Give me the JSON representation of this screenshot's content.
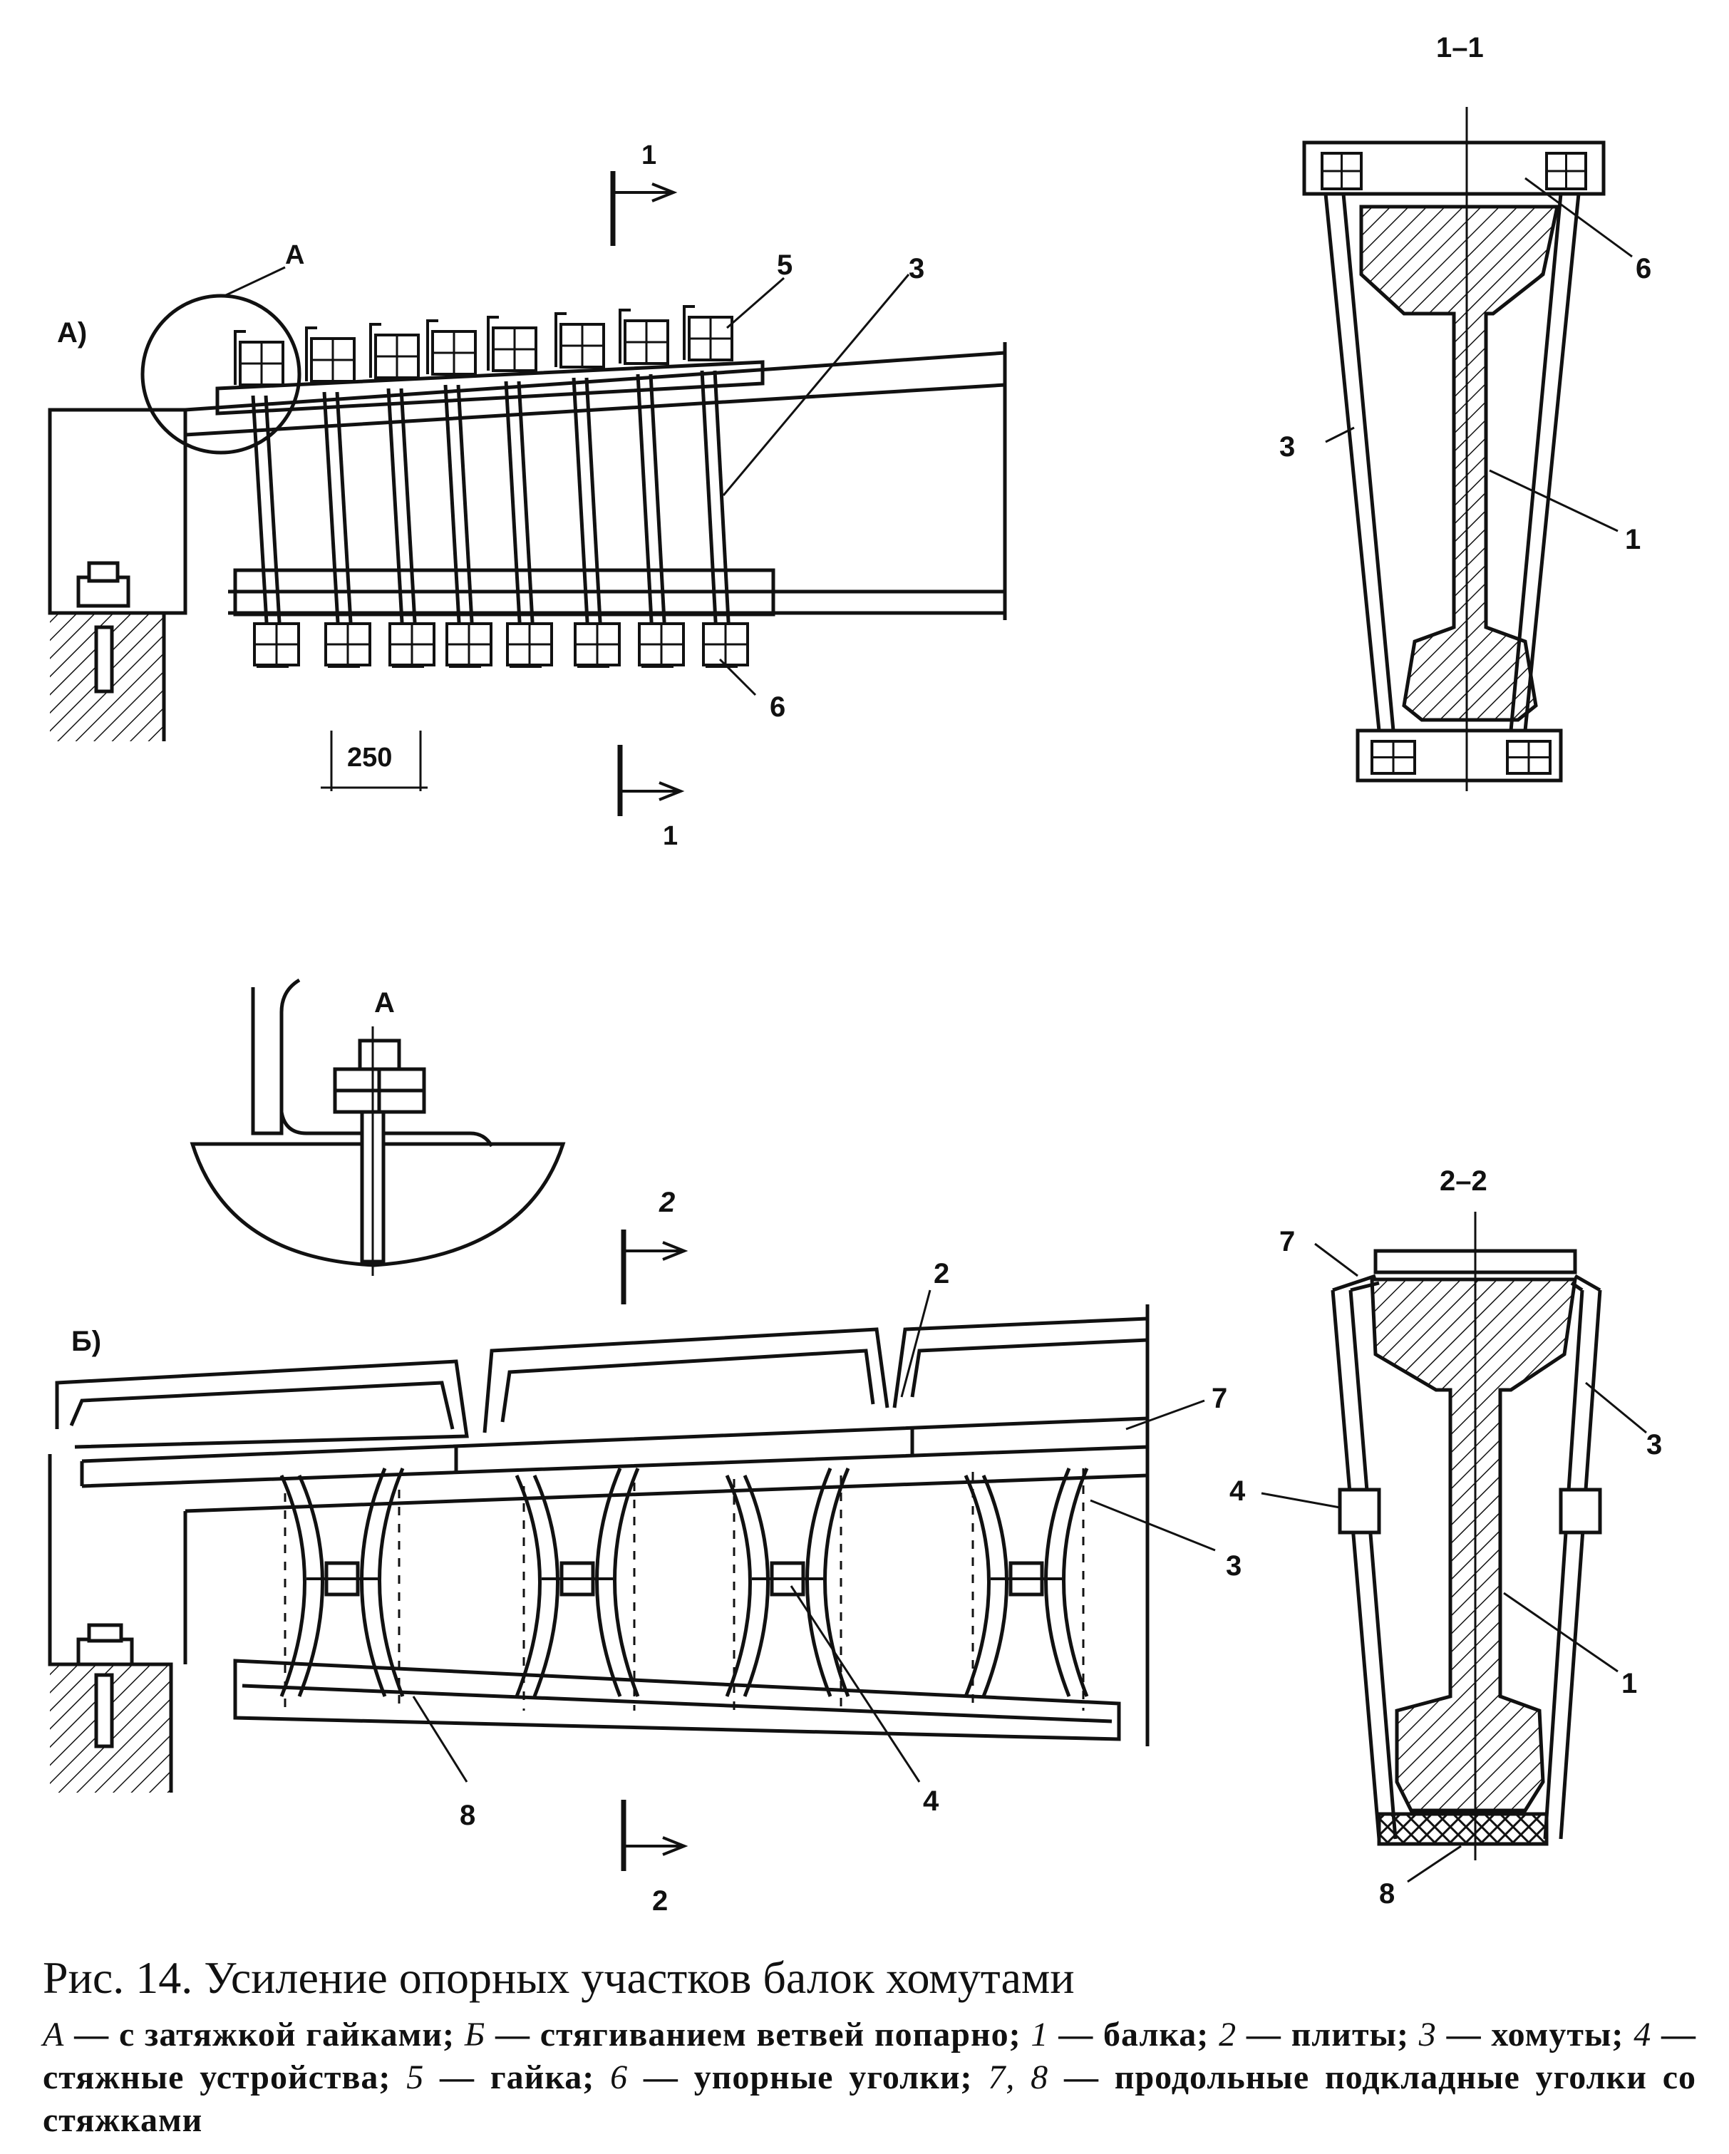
{
  "figure": {
    "view_a": {
      "panel_label": "А)",
      "detail_callout": "А",
      "section_mark_top": "1",
      "section_mark_bottom": "1",
      "dimension": "250",
      "callouts": {
        "nut": "5",
        "clamp": "3",
        "angle": "6"
      }
    },
    "section_1_1": {
      "title": "1–1",
      "callouts": {
        "angle": "6",
        "clamp": "3",
        "beam": "1"
      }
    },
    "detail_a": {
      "title": "А"
    },
    "view_b": {
      "panel_label": "Б)",
      "section_mark_top": "2",
      "section_mark_bottom": "2",
      "callouts": {
        "plates": "2",
        "top_angle": "7",
        "clamp": "3",
        "tie_device": "4",
        "bottom_angle": "8"
      }
    },
    "section_2_2": {
      "title": "2–2",
      "callouts": {
        "top_angle": "7",
        "clamp": "3",
        "tie_device": "4",
        "beam": "1",
        "bottom_angle": "8"
      }
    }
  },
  "caption": {
    "title": "Рис. 14. Усиление опорных участков балок хомутами",
    "items": [
      {
        "key": "А",
        "text": " — с затяжкой гайками; "
      },
      {
        "key": "Б",
        "text": " — стягиванием ветвей попарно; "
      },
      {
        "key": "1",
        "text": " — балка; "
      },
      {
        "key": "2",
        "text": " — плиты; "
      },
      {
        "key": "3",
        "text": " — хомуты; "
      },
      {
        "key": "4",
        "text": " — стяжные устройства; "
      },
      {
        "key": "5",
        "text": " — гайка; "
      },
      {
        "key": "6",
        "text": " — упорные уголки; "
      },
      {
        "key": "7, 8",
        "text": " — продольные подкладные уголки со стяжками"
      }
    ]
  }
}
